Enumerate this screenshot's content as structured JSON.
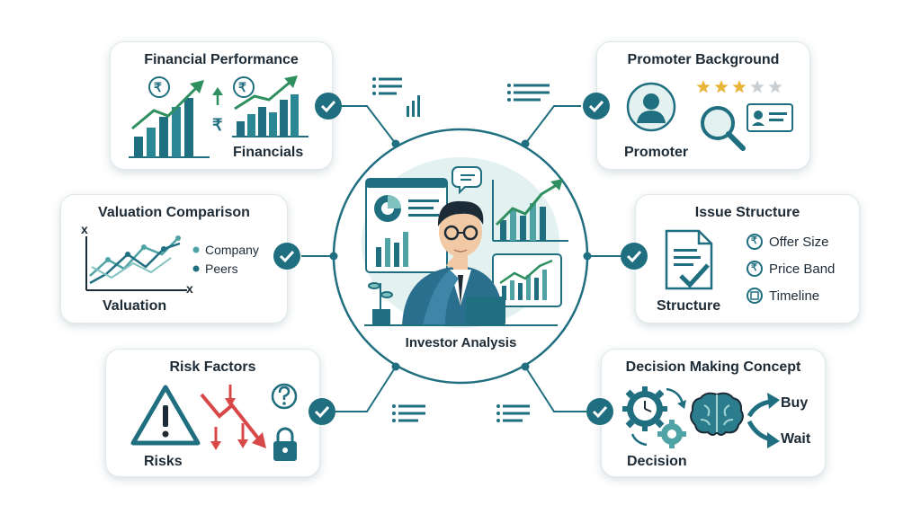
{
  "center": {
    "title": "Investor Analysis"
  },
  "cards": {
    "financial": {
      "title": "Financial Performance",
      "label": "Financials",
      "rupee": "₹"
    },
    "promoter": {
      "title": "Promoter Background",
      "label": "Promoter",
      "rating": 3,
      "rating_max": 5
    },
    "valuation": {
      "title": "Valuation Comparison",
      "label": "Valuation",
      "legend": [
        "Company",
        "Peers"
      ],
      "axis_x": "x",
      "axis_y": "x"
    },
    "issue": {
      "title": "Issue Structure",
      "label": "Structure",
      "items": [
        "Offer Size",
        "Price Band",
        "Timeline"
      ],
      "rupee": "₹"
    },
    "risk": {
      "title": "Risk Factors",
      "label": "Risks"
    },
    "decision": {
      "title": "Decision Making Concept",
      "label": "Decision",
      "options": [
        "Buy",
        "Wait"
      ]
    }
  },
  "colors": {
    "teal": "#1f6f80",
    "teal_light": "#4fa3a5",
    "red": "#d94848",
    "star": "#e7b43c",
    "star_off": "#c9cfd3",
    "text": "#1d2b36"
  }
}
